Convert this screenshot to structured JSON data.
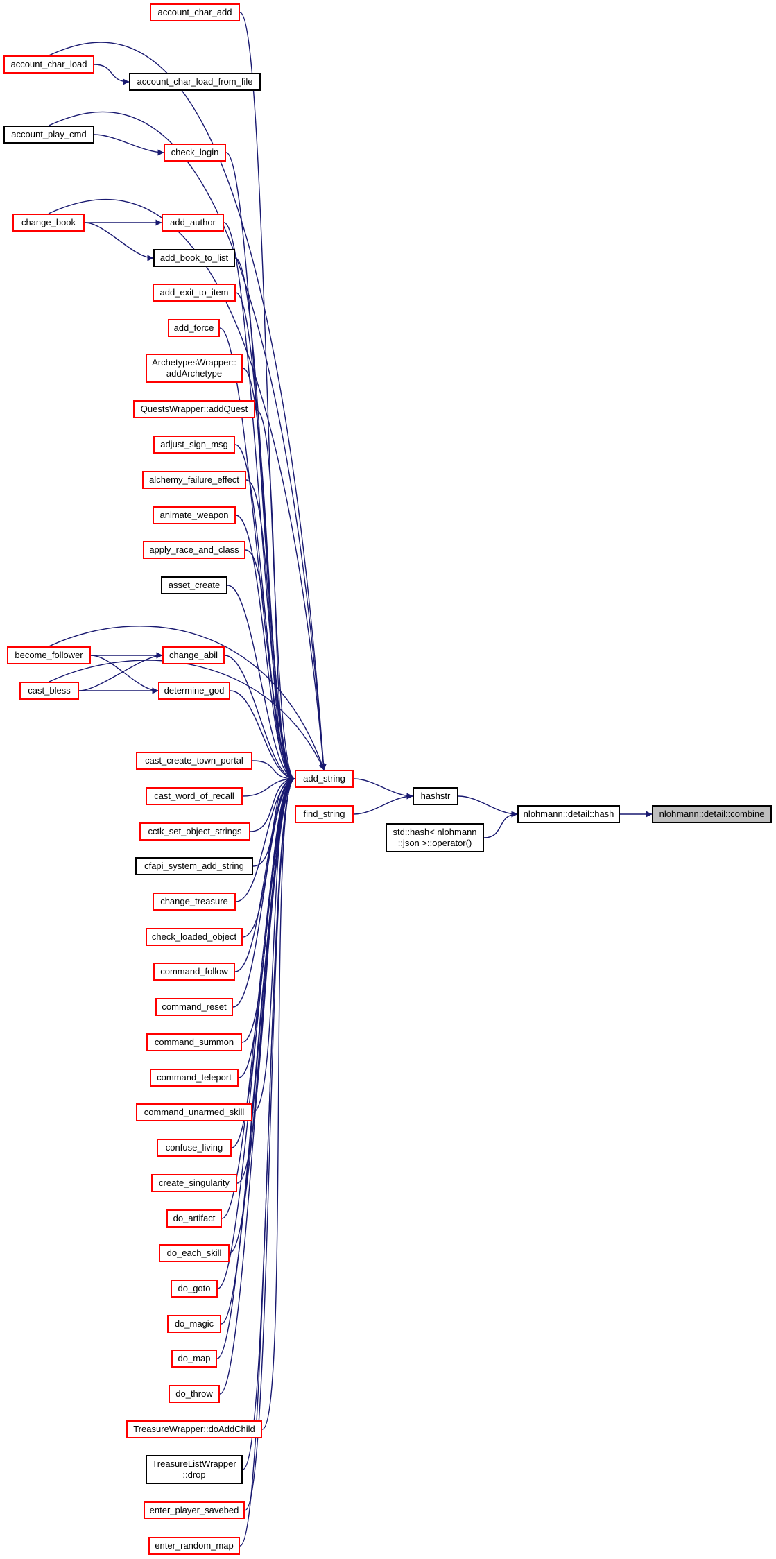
{
  "graph_title": "",
  "colors": {
    "edge": "#191970",
    "link_border": "#ff0000",
    "plain_border": "#000000",
    "current_fill": "#bfbfbf"
  },
  "nodes": [
    {
      "id": "account_char_add",
      "label": "account_char_add",
      "kind": "red"
    },
    {
      "id": "account_char_load",
      "label": "account_char_load",
      "kind": "red"
    },
    {
      "id": "account_char_load_from_file",
      "label": "account_char_load_from_file",
      "kind": "black"
    },
    {
      "id": "account_play_cmd",
      "label": "account_play_cmd",
      "kind": "black"
    },
    {
      "id": "check_login",
      "label": "check_login",
      "kind": "red"
    },
    {
      "id": "change_book",
      "label": "change_book",
      "kind": "red"
    },
    {
      "id": "add_author",
      "label": "add_author",
      "kind": "red"
    },
    {
      "id": "add_book_to_list",
      "label": "add_book_to_list",
      "kind": "black"
    },
    {
      "id": "add_exit_to_item",
      "label": "add_exit_to_item",
      "kind": "red"
    },
    {
      "id": "add_force",
      "label": "add_force",
      "kind": "red"
    },
    {
      "id": "addArchetype",
      "label": "ArchetypesWrapper::\naddArchetype",
      "kind": "red"
    },
    {
      "id": "addQuest",
      "label": "QuestsWrapper::addQuest",
      "kind": "red"
    },
    {
      "id": "adjust_sign_msg",
      "label": "adjust_sign_msg",
      "kind": "red"
    },
    {
      "id": "alchemy_failure_effect",
      "label": "alchemy_failure_effect",
      "kind": "red"
    },
    {
      "id": "animate_weapon",
      "label": "animate_weapon",
      "kind": "red"
    },
    {
      "id": "apply_race_and_class",
      "label": "apply_race_and_class",
      "kind": "red"
    },
    {
      "id": "asset_create",
      "label": "asset_create",
      "kind": "black"
    },
    {
      "id": "become_follower",
      "label": "become_follower",
      "kind": "red"
    },
    {
      "id": "change_abil",
      "label": "change_abil",
      "kind": "red"
    },
    {
      "id": "cast_bless",
      "label": "cast_bless",
      "kind": "red"
    },
    {
      "id": "determine_god",
      "label": "determine_god",
      "kind": "red"
    },
    {
      "id": "cast_create_town_portal",
      "label": "cast_create_town_portal",
      "kind": "red"
    },
    {
      "id": "cast_word_of_recall",
      "label": "cast_word_of_recall",
      "kind": "red"
    },
    {
      "id": "cctk_set_object_strings",
      "label": "cctk_set_object_strings",
      "kind": "red"
    },
    {
      "id": "cfapi_system_add_string",
      "label": "cfapi_system_add_string",
      "kind": "black"
    },
    {
      "id": "change_treasure",
      "label": "change_treasure",
      "kind": "red"
    },
    {
      "id": "check_loaded_object",
      "label": "check_loaded_object",
      "kind": "red"
    },
    {
      "id": "command_follow",
      "label": "command_follow",
      "kind": "red"
    },
    {
      "id": "command_reset",
      "label": "command_reset",
      "kind": "red"
    },
    {
      "id": "command_summon",
      "label": "command_summon",
      "kind": "red"
    },
    {
      "id": "command_teleport",
      "label": "command_teleport",
      "kind": "red"
    },
    {
      "id": "command_unarmed_skill",
      "label": "command_unarmed_skill",
      "kind": "red"
    },
    {
      "id": "confuse_living",
      "label": "confuse_living",
      "kind": "red"
    },
    {
      "id": "create_singularity",
      "label": "create_singularity",
      "kind": "red"
    },
    {
      "id": "do_artifact",
      "label": "do_artifact",
      "kind": "red"
    },
    {
      "id": "do_each_skill",
      "label": "do_each_skill",
      "kind": "red"
    },
    {
      "id": "do_goto",
      "label": "do_goto",
      "kind": "red"
    },
    {
      "id": "do_magic",
      "label": "do_magic",
      "kind": "red"
    },
    {
      "id": "do_map",
      "label": "do_map",
      "kind": "red"
    },
    {
      "id": "do_throw",
      "label": "do_throw",
      "kind": "red"
    },
    {
      "id": "doAddChild",
      "label": "TreasureWrapper::doAddChild",
      "kind": "red"
    },
    {
      "id": "tlw_drop",
      "label": "TreasureListWrapper\n::drop",
      "kind": "black"
    },
    {
      "id": "enter_player_savebed",
      "label": "enter_player_savebed",
      "kind": "red"
    },
    {
      "id": "enter_random_map",
      "label": "enter_random_map",
      "kind": "red"
    },
    {
      "id": "add_string",
      "label": "add_string",
      "kind": "red"
    },
    {
      "id": "find_string",
      "label": "find_string",
      "kind": "red"
    },
    {
      "id": "hashstr",
      "label": "hashstr",
      "kind": "black"
    },
    {
      "id": "std_hash",
      "label": "std::hash< nlohmann\n::json >::operator()",
      "kind": "black"
    },
    {
      "id": "nl_hash",
      "label": "nlohmann::detail::hash",
      "kind": "black"
    },
    {
      "id": "nl_combine",
      "label": "nlohmann::detail::combine",
      "kind": "current"
    }
  ],
  "edges": [
    [
      "account_char_add",
      "add_string"
    ],
    [
      "account_char_load",
      "add_string"
    ],
    [
      "account_char_load",
      "account_char_load_from_file"
    ],
    [
      "account_play_cmd",
      "add_string"
    ],
    [
      "account_play_cmd",
      "check_login"
    ],
    [
      "check_login",
      "add_string"
    ],
    [
      "change_book",
      "add_string"
    ],
    [
      "change_book",
      "add_author"
    ],
    [
      "change_book",
      "add_book_to_list"
    ],
    [
      "add_author",
      "add_string"
    ],
    [
      "add_book_to_list",
      "add_string"
    ],
    [
      "add_exit_to_item",
      "add_string"
    ],
    [
      "add_force",
      "add_string"
    ],
    [
      "addArchetype",
      "add_string"
    ],
    [
      "addQuest",
      "add_string"
    ],
    [
      "adjust_sign_msg",
      "add_string"
    ],
    [
      "alchemy_failure_effect",
      "add_string"
    ],
    [
      "animate_weapon",
      "add_string"
    ],
    [
      "apply_race_and_class",
      "add_string"
    ],
    [
      "asset_create",
      "add_string"
    ],
    [
      "become_follower",
      "add_string"
    ],
    [
      "become_follower",
      "change_abil"
    ],
    [
      "become_follower",
      "determine_god"
    ],
    [
      "change_abil",
      "add_string"
    ],
    [
      "cast_bless",
      "add_string"
    ],
    [
      "cast_bless",
      "change_abil"
    ],
    [
      "cast_bless",
      "determine_god"
    ],
    [
      "determine_god",
      "add_string"
    ],
    [
      "cast_create_town_portal",
      "add_string"
    ],
    [
      "cast_word_of_recall",
      "add_string"
    ],
    [
      "cctk_set_object_strings",
      "add_string"
    ],
    [
      "cfapi_system_add_string",
      "add_string"
    ],
    [
      "change_treasure",
      "add_string"
    ],
    [
      "check_loaded_object",
      "add_string"
    ],
    [
      "command_follow",
      "add_string"
    ],
    [
      "command_reset",
      "add_string"
    ],
    [
      "command_summon",
      "add_string"
    ],
    [
      "command_teleport",
      "add_string"
    ],
    [
      "command_unarmed_skill",
      "add_string"
    ],
    [
      "confuse_living",
      "add_string"
    ],
    [
      "create_singularity",
      "add_string"
    ],
    [
      "do_artifact",
      "add_string"
    ],
    [
      "do_each_skill",
      "add_string"
    ],
    [
      "do_goto",
      "add_string"
    ],
    [
      "do_magic",
      "add_string"
    ],
    [
      "do_map",
      "add_string"
    ],
    [
      "do_throw",
      "add_string"
    ],
    [
      "doAddChild",
      "add_string"
    ],
    [
      "tlw_drop",
      "add_string"
    ],
    [
      "enter_player_savebed",
      "add_string"
    ],
    [
      "enter_random_map",
      "add_string"
    ],
    [
      "add_string",
      "hashstr"
    ],
    [
      "find_string",
      "hashstr"
    ],
    [
      "hashstr",
      "nl_hash"
    ],
    [
      "std_hash",
      "nl_hash"
    ],
    [
      "nl_hash",
      "nl_combine"
    ]
  ]
}
